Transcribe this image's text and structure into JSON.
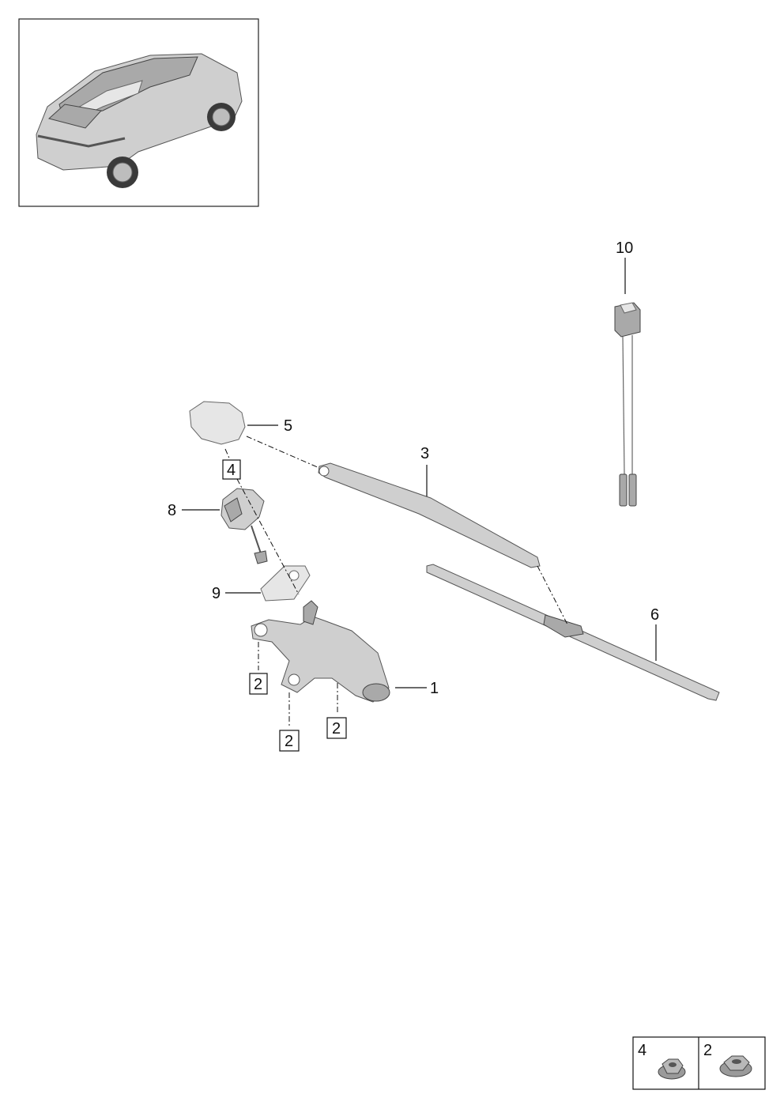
{
  "callouts": {
    "c1": "1",
    "c3": "3",
    "c5": "5",
    "c6": "6",
    "c8": "8",
    "c9": "9",
    "c10": "10"
  },
  "boxed_refs": {
    "b4": "4",
    "b2a": "2",
    "b2b": "2",
    "b2c": "2"
  },
  "legend": {
    "left_number": "4",
    "right_number": "2"
  },
  "icons": {
    "vehicle": "suv-rear-three-quarter-icon",
    "nut_flange": "flange-nut-icon",
    "nut_hex": "hex-nut-icon"
  }
}
